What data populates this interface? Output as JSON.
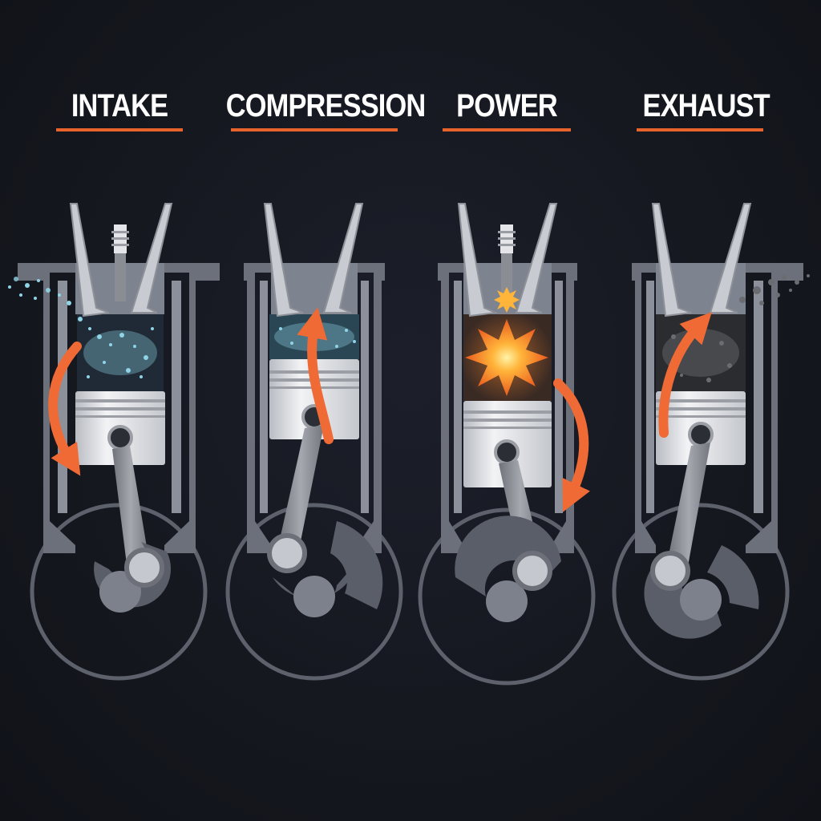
{
  "strokes": [
    {
      "label": "INTAKE"
    },
    {
      "label": "COMPRESSION"
    },
    {
      "label": "POWER"
    },
    {
      "label": "EXHAUST"
    }
  ],
  "colors": {
    "background": "#15171f",
    "accent": "#e8622c",
    "arrow": "#ef6a35",
    "block": "#7e8390",
    "block_dark": "#565b66",
    "piston": "#e4e6ea",
    "rod": "#8d9098",
    "intake_mixture": "#8fd4e6",
    "exhaust_gas": "#5a5c60",
    "explosion": "#f7952a"
  }
}
